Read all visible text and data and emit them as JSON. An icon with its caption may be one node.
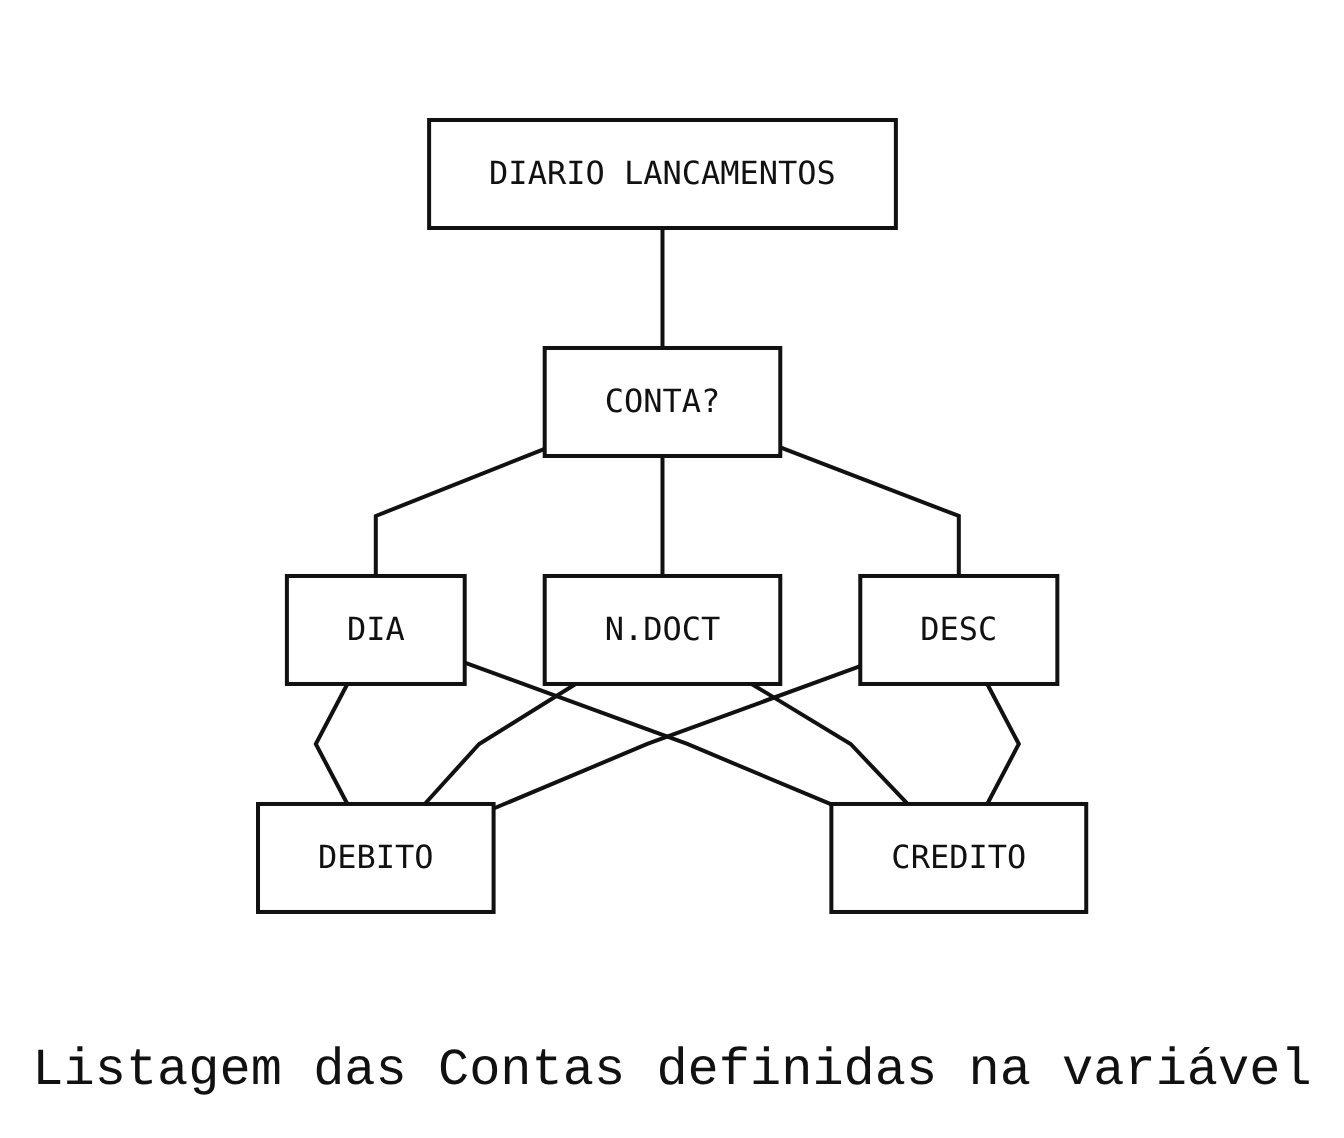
{
  "diagram": {
    "caption": "Listagem das Contas definidas na variável",
    "nodes": [
      {
        "text": [
          "DIARIO LANCAMENTOS"
        ]
      },
      {
        "text": [
          "CONTA?"
        ]
      },
      {
        "text": [
          "DIA"
        ]
      },
      {
        "text": [
          "N.DOCT"
        ]
      },
      {
        "text": [
          "DESC"
        ]
      },
      {
        "text": [
          "DEBITO"
        ]
      },
      {
        "text": [
          "CREDITO"
        ]
      }
    ],
    "edges": [
      {
        "from": 0,
        "to": 1,
        "arrow": "none"
      },
      {
        "from": 1,
        "to": 2,
        "arrow": "none"
      },
      {
        "from": 1,
        "to": 3,
        "arrow": "none"
      },
      {
        "from": 1,
        "to": 4,
        "arrow": "none"
      },
      {
        "from": 2,
        "to": 5,
        "arrow": "none"
      },
      {
        "from": 2,
        "to": 6,
        "arrow": "none"
      },
      {
        "from": 3,
        "to": 5,
        "arrow": "none"
      },
      {
        "from": 3,
        "to": 6,
        "arrow": "none"
      },
      {
        "from": 4,
        "to": 5,
        "arrow": "none"
      },
      {
        "from": 4,
        "to": 6,
        "arrow": "none"
      }
    ]
  }
}
